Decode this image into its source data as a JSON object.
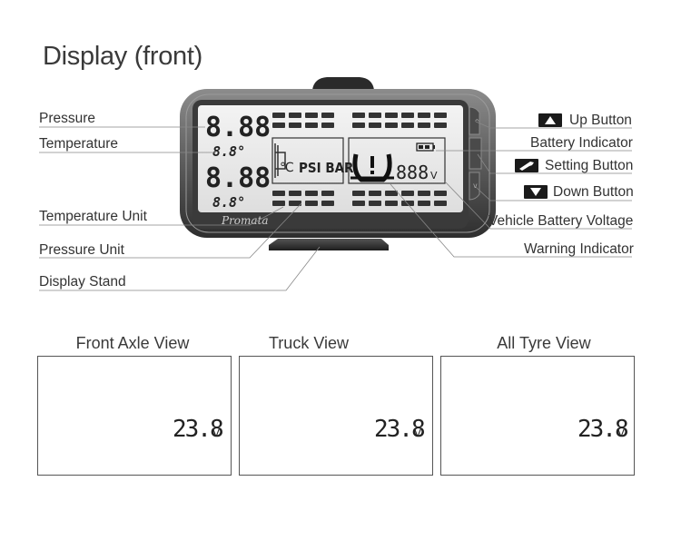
{
  "page_title": "Display (front)",
  "brand": "Promata",
  "lcd": {
    "pressure_top": "8.88",
    "temp_top": "8.8°",
    "pressure_bottom": "8.88",
    "temp_bottom": "8.8°",
    "unit_text": "PSI BAR",
    "voltage": "888",
    "voltage_unit": "V",
    "temp_unit_glyph": "℃"
  },
  "left_labels": {
    "pressure": "Pressure",
    "temperature": "Temperature",
    "temperature_unit": "Temperature Unit",
    "pressure_unit": "Pressure Unit",
    "display_stand": "Display Stand"
  },
  "right_labels": {
    "up_button": "Up Button",
    "battery_indicator": "Battery Indicator",
    "setting_button": "Setting Button",
    "down_button": "Down Button",
    "vehicle_battery_voltage": "Vehicle Battery Voltage",
    "warning_indicator": "Warning Indicator"
  },
  "views": [
    {
      "title": "Front Axle View",
      "voltage": "23.8",
      "unit": "V"
    },
    {
      "title": "Truck View",
      "voltage": "23.8",
      "unit": "V"
    },
    {
      "title": "All Tyre View",
      "voltage": "23.8",
      "unit": "V"
    }
  ],
  "icons": {
    "up": "up-arrow-icon",
    "setting": "wrench-icon",
    "down": "down-arrow-icon",
    "warning": "tyre-warning-icon",
    "battery": "battery-icon"
  }
}
